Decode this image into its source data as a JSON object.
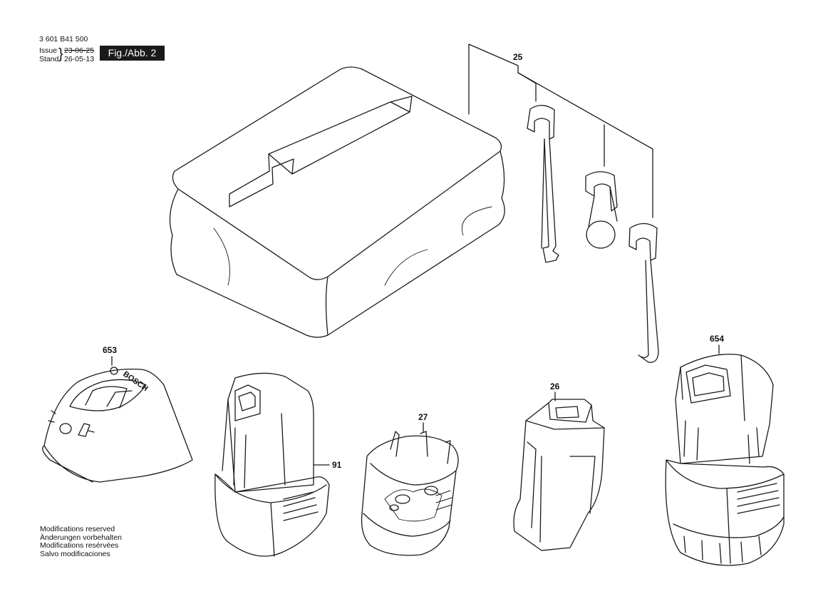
{
  "header": {
    "doc_number": "3 601 B41 500",
    "issue_label": "Issue",
    "issue_date": "23-06-25",
    "stand_label": "Stand",
    "stand_date": "26-05-13",
    "figure_label": "Fig./Abb. 2"
  },
  "callouts": {
    "p25": "25",
    "p653": "653",
    "p654": "654",
    "p26": "26",
    "p27": "27",
    "p91": "91"
  },
  "charger_brand": "BOSCH",
  "footer": {
    "lines": [
      "Modifications reserved",
      "Änderungen vorbehalten",
      "Modifications resérvées",
      "Salvo modificaciones"
    ]
  }
}
